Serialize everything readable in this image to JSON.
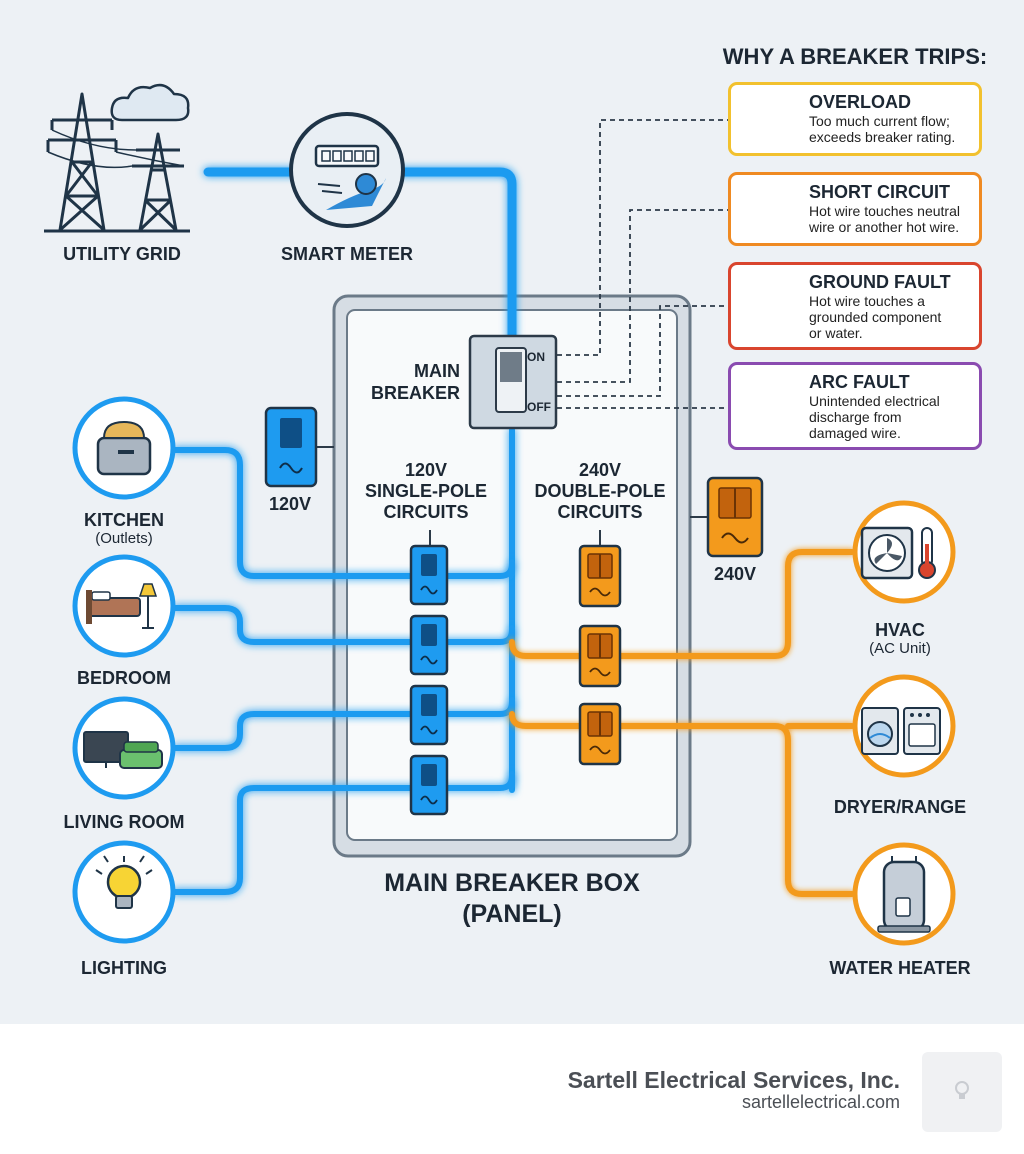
{
  "sources": {
    "grid_label": "UTILITY GRID",
    "meter_label": "SMART METER"
  },
  "panel": {
    "title_line1": "MAIN BREAKER BOX",
    "title_line2": "(PANEL)",
    "main_breaker": {
      "label_line1": "MAIN",
      "label_line2": "BREAKER",
      "on_label": "ON",
      "off_label": "OFF"
    },
    "single_pole": {
      "heading_line1": "120V",
      "heading_line2": "SINGLE-POLE",
      "heading_line3": "CIRCUITS",
      "side_label": "120V",
      "breaker_count": 4
    },
    "double_pole": {
      "heading_line1": "240V",
      "heading_line2": "DOUBLE-POLE",
      "heading_line3": "CIRCUITS",
      "side_label": "240V",
      "breaker_count": 3
    }
  },
  "loads_120v": [
    {
      "name": "KITCHEN",
      "sub": "(Outlets)",
      "icon": "toaster-icon"
    },
    {
      "name": "BEDROOM",
      "sub": "",
      "icon": "bed-lamp-icon"
    },
    {
      "name": "LIVING ROOM",
      "sub": "",
      "icon": "tv-sofa-icon"
    },
    {
      "name": "LIGHTING",
      "sub": "",
      "icon": "lightbulb-icon"
    }
  ],
  "loads_240v": [
    {
      "name": "HVAC",
      "sub": "(AC Unit)",
      "icon": "fan-thermometer-icon"
    },
    {
      "name": "DRYER/RANGE",
      "sub": "",
      "icon": "washer-oven-icon"
    },
    {
      "name": "WATER HEATER",
      "sub": "",
      "icon": "water-heater-icon"
    }
  ],
  "trips": {
    "heading": "WHY A BREAKER TRIPS:",
    "items": [
      {
        "title": "OVERLOAD",
        "desc": "Too much current flow;\nexceeds breaker rating.",
        "color": "#f2c12e",
        "icon": "plugs-icon"
      },
      {
        "title": "SHORT CIRCUIT",
        "desc": "Hot wire touches neutral\nwire or another hot wire.",
        "color": "#ef8a22",
        "icon": "spark-wires-icon"
      },
      {
        "title": "GROUND FAULT",
        "desc": "Hot wire touches a\ngrounded component\nor water.",
        "color": "#d9452e",
        "icon": "water-drop-ground-icon"
      },
      {
        "title": "ARC FAULT",
        "desc": "Unintended electrical\ndischarge from\ndamaged wire.",
        "color": "#8a4bb0",
        "icon": "arc-spark-icon"
      }
    ]
  },
  "colors": {
    "wire_120v": "#1e9bf0",
    "wire_240v": "#f39a1c",
    "panel_border": "#6b7a88",
    "text": "#1c2733"
  },
  "footer": {
    "company": "Sartell Electrical Services, Inc.",
    "website": "sartellelectrical.com"
  }
}
